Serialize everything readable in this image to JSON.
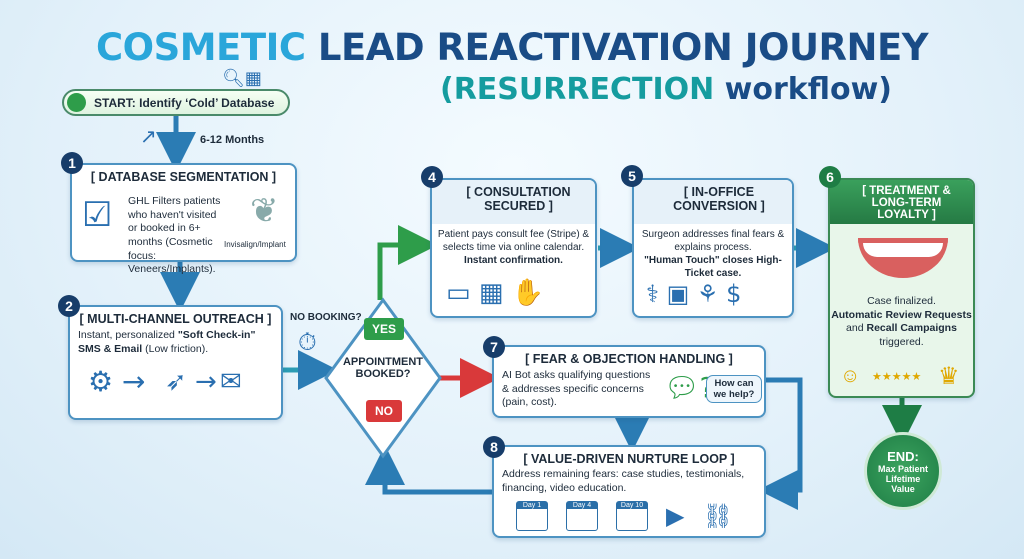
{
  "title": {
    "part1": "COSMETIC",
    "part2": "LEAD REACTIVATION JOURNEY",
    "part3": "(RESURRECTION",
    "part4": "workflow)"
  },
  "start": {
    "label": "START: Identify ‘Cold’ Database",
    "interval": "6-12 Months"
  },
  "steps": [
    {
      "number": "1",
      "title": "[ DATABASE SEGMENTATION ]",
      "text": "GHL Filters patients who haven't visited or booked in 6+ months (Cosmetic focus: Veneers/Implants).",
      "icon_label": "Invisalign/Implant"
    },
    {
      "number": "2",
      "title": "[ MULTI-CHANNEL OUTREACH ]",
      "text_pre": "Instant, personalized ",
      "text_bold1": "\"Soft Check-in\" SMS & Email",
      "text_post": " (Low friction)."
    },
    {
      "number": "4",
      "title": "[ CONSULTATION SECURED ]",
      "text": "Patient pays consult fee (Stripe) & selects time via online calendar.",
      "text_bold": "Instant confirmation."
    },
    {
      "number": "5",
      "title": "[ IN-OFFICE CONVERSION ]",
      "text": "Surgeon addresses final fears & explains process.",
      "text_bold": "\"Human Touch\" closes High-Ticket case."
    },
    {
      "number": "6",
      "title": "[ TREATMENT & LONG-TERM LOYALTY ]",
      "t1": "Case finalized.",
      "b1": "Automatic Review Requests",
      "t2": " and ",
      "b2": "Recall Campaigns",
      "t3": " triggered.",
      "stars": "★★★★★"
    },
    {
      "number": "7",
      "title": "[ FEAR & OBJECTION HANDLING ]",
      "text": "AI Bot asks qualifying questions & addresses specific concerns (pain, cost).",
      "bubble": "How can we help?"
    },
    {
      "number": "8",
      "title": "[ VALUE-DRIVEN NURTURE LOOP ]",
      "text": "Address remaining fears: case studies, testimonials, financing, video education.",
      "days": [
        "Day 1",
        "Day 4",
        "Day 10"
      ]
    }
  ],
  "decision": {
    "label": "APPOINTMENT BOOKED?",
    "yes": "YES",
    "no": "NO",
    "no_booking": "NO BOOKING?"
  },
  "end": {
    "label": "END:",
    "text": "Max Patient Lifetime Value"
  },
  "colors": {
    "navy": "#1a4c86",
    "blue": "#2aa6da",
    "teal": "#159c9f",
    "green": "#2e9d4a",
    "red": "#d9393a"
  }
}
